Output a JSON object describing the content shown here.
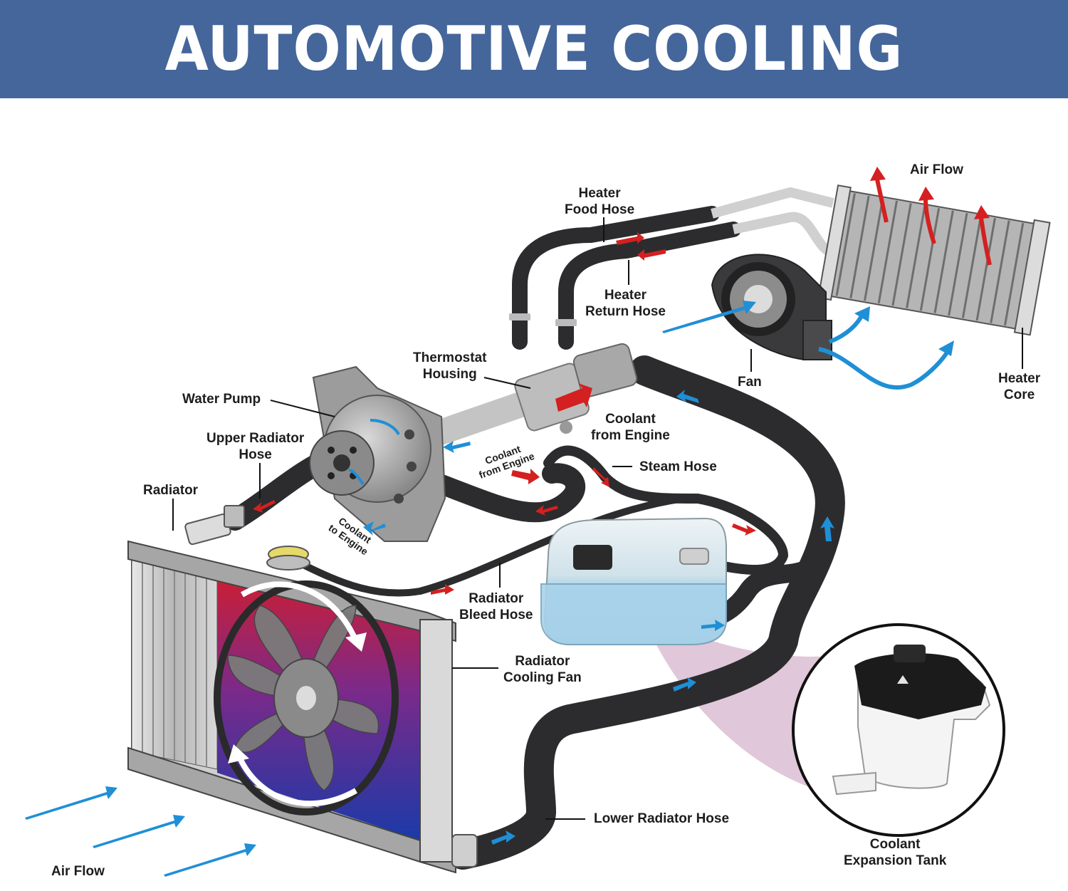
{
  "title": "AUTOMOTIVE COOLING SYSTEM",
  "colors": {
    "banner": "#44669a",
    "hose": "#2c2c2e",
    "coolant_hot": "#d42020",
    "coolant_cold": "#1f8fd6",
    "tank_fluid": "#a9d3ea"
  },
  "labels": {
    "air_flow_top": "Air Flow",
    "heater_feed_hose": "Heater\nFood Hose",
    "heater_return_hose": "Heater\nReturn Hose",
    "thermostat_housing": "Thermostat\nHousing",
    "water_pump": "Water Pump",
    "upper_radiator_hose": "Upper Radiator\nHose",
    "radiator": "Radiator",
    "coolant_from_engine_right": "Coolant\nfrom Engine",
    "coolant_from_engine_small": "Coolant\nfrom Engine",
    "coolant_to_engine": "Coolant\nto Engine",
    "steam_hose": "Steam Hose",
    "fan": "Fan",
    "heater_core": "Heater\nCore",
    "radiator_bleed_hose": "Radiator\nBleed Hose",
    "radiator_cooling_fan": "Radiator\nCooling Fan",
    "lower_radiator_hose": "Lower Radiator Hose",
    "coolant_expansion_tank": "Coolant\nExpansion Tank",
    "air_flow_bottom": "Air Flow"
  }
}
